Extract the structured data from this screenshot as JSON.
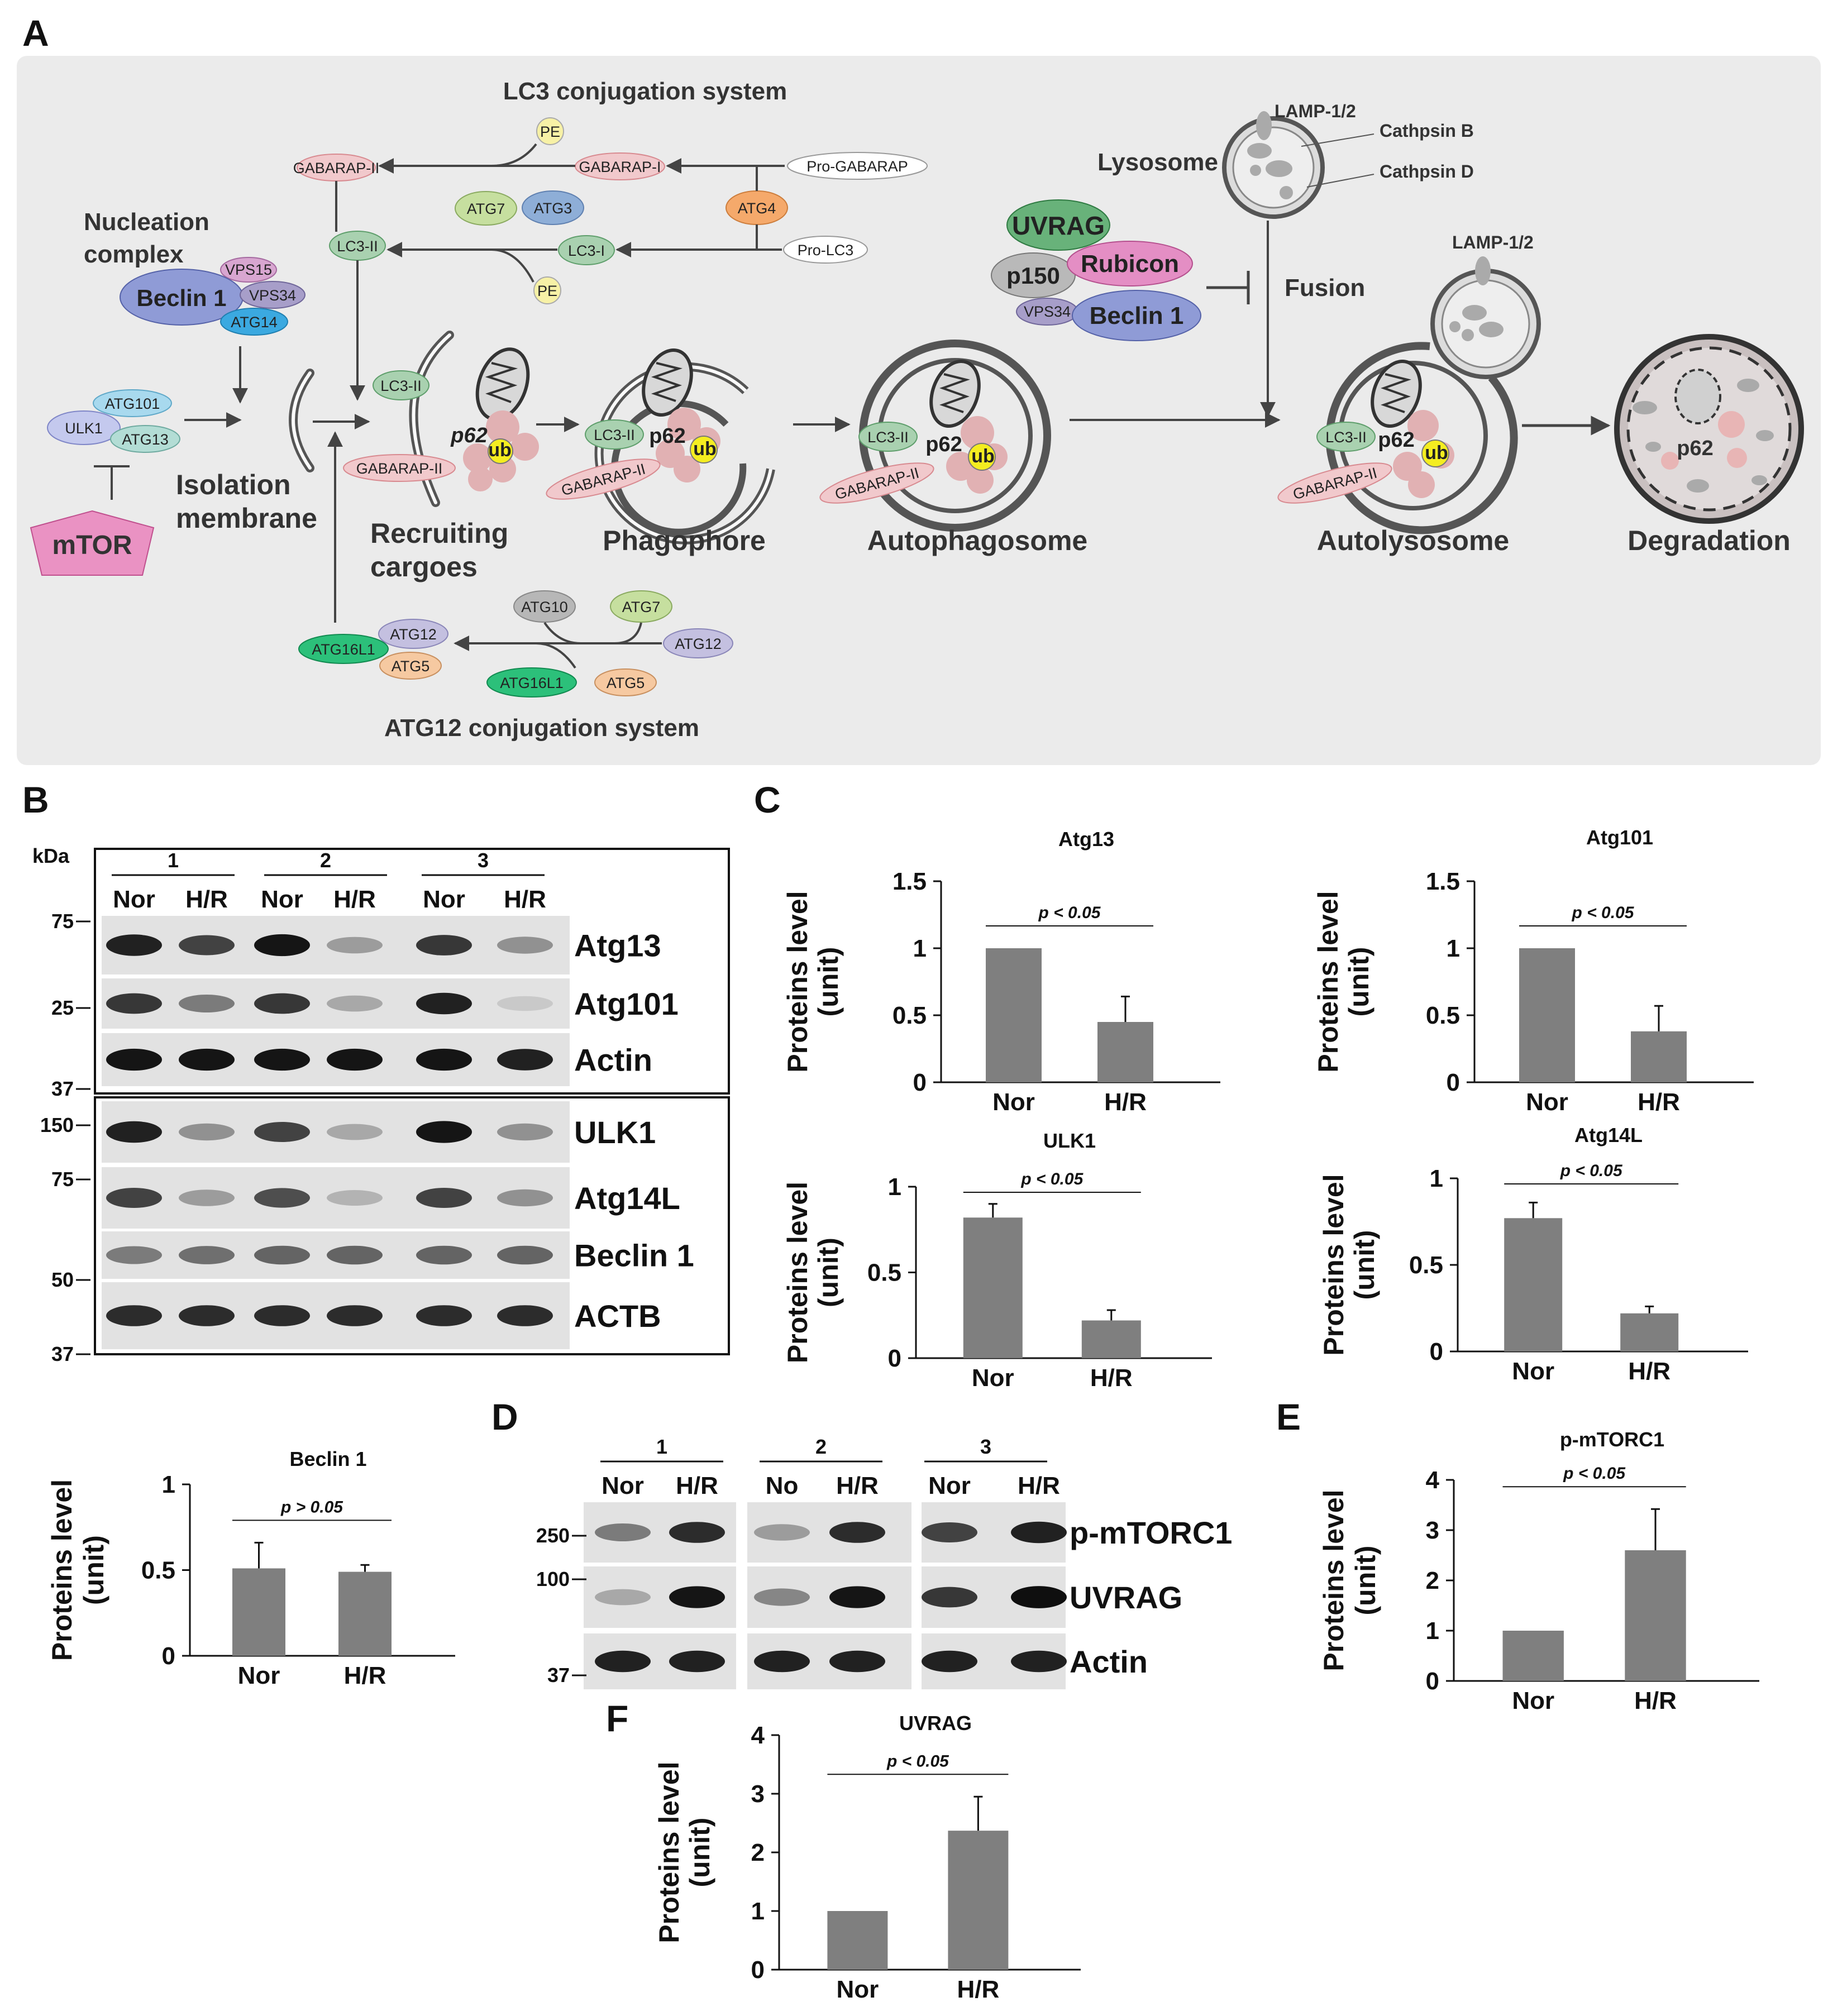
{
  "panels": {
    "A": "A",
    "B": "B",
    "C": "C",
    "D": "D",
    "E": "E",
    "F": "F"
  },
  "panelA": {
    "lc3_system_title": "LC3 conjugation system",
    "atg12_system_title": "ATG12 conjugation system",
    "nucleation_line1": "Nucleation",
    "nucleation_line2": "complex",
    "isolation_line1": "Isolation",
    "isolation_line2": "membrane",
    "recruiting_line1": "Recruiting",
    "recruiting_line2": "cargoes",
    "phagophore": "Phagophore",
    "autophagosome": "Autophagosome",
    "autolysosome": "Autolysosome",
    "degradation": "Degradation",
    "lysosome": "Lysosome",
    "lamp": "LAMP-1/2",
    "lamp2": "LAMP-1/2",
    "cathepsin_b": "Cathpsin B",
    "cathepsin_d": "Cathpsin D",
    "fusion": "Fusion",
    "mtor": "mTOR",
    "nodes": {
      "pe1": "PE",
      "pe2": "PE",
      "gabarap_ii": "GABARAP-II",
      "gabarap_i": "GABARAP-I",
      "pro_gabarap": "Pro-GABARAP",
      "atg7": "ATG7",
      "atg3": "ATG3",
      "atg4": "ATG4",
      "lc3_ii_top": "LC3-II",
      "lc3_i": "LC3-I",
      "pro_lc3": "Pro-LC3",
      "vps15": "VPS15",
      "beclin1": "Beclin 1",
      "vps34": "VPS34",
      "atg14": "ATG14",
      "atg101": "ATG101",
      "ulk1": "ULK1",
      "atg13": "ATG13",
      "uvrag": "UVRAG",
      "p150": "p150",
      "rubicon": "Rubicon",
      "vps34b": "VPS34",
      "beclin1b": "Beclin 1",
      "lc3_ii_a": "LC3-II",
      "gabarap_a": "GABARAP-II",
      "p62_a": "p62",
      "ub_a": "ub",
      "lc3_ii_b": "LC3-II",
      "gabarap_b": "GABARAP-II",
      "p62_b": "p62",
      "ub_b": "ub",
      "lc3_ii_c": "LC3-II",
      "gabarap_c": "GABARAP-II",
      "p62_c": "p62",
      "ub_c": "ub",
      "lc3_ii_d": "LC3-II",
      "gabarap_d": "GABARAP-II",
      "p62_d": "p62",
      "ub_d": "ub",
      "p62_e": "p62",
      "atg10": "ATG10",
      "atg7b": "ATG7",
      "atg12a": "ATG12",
      "atg16l1a": "ATG16L1",
      "atg12b": "ATG12",
      "atg5a": "ATG5",
      "atg16l1b": "ATG16L1",
      "atg5b": "ATG5"
    }
  },
  "panelB": {
    "kda_label": "kDa",
    "lanes": [
      "Nor",
      "H/R",
      "Nor",
      "H/R",
      "Nor",
      "H/R"
    ],
    "groups": [
      "1",
      "2",
      "3"
    ],
    "bands": [
      "Atg13",
      "Atg101",
      "Actin",
      "ULK1",
      "Atg14L",
      "Beclin 1",
      "ACTB"
    ],
    "markers": [
      "75",
      "25",
      "37",
      "150",
      "75",
      "50",
      "37"
    ]
  },
  "panelD": {
    "lanes": [
      "Nor",
      "H/R",
      "No",
      "H/R",
      "Nor",
      "H/R"
    ],
    "groups": [
      "1",
      "2",
      "3"
    ],
    "bands": [
      "p-mTORC1",
      "UVRAG",
      "Actin"
    ],
    "markers": [
      "250",
      "100",
      "37"
    ]
  },
  "ylabel_line1": "Proteins level",
  "ylabel_line2": "(unit)",
  "chart_data": [
    {
      "type": "bar",
      "title": "Atg13",
      "categories": [
        "Nor",
        "H/R"
      ],
      "values": [
        1.0,
        0.45
      ],
      "errors": [
        0.0,
        0.19
      ],
      "ylim": [
        0,
        1.5
      ],
      "yticks": [
        "0",
        "0.5",
        "1",
        "1.5"
      ],
      "p_text": "p < 0.05"
    },
    {
      "type": "bar",
      "title": "Atg101",
      "categories": [
        "Nor",
        "H/R"
      ],
      "values": [
        1.0,
        0.38
      ],
      "errors": [
        0.0,
        0.19
      ],
      "ylim": [
        0,
        1.5
      ],
      "yticks": [
        "0",
        "0.5",
        "1",
        "1.5"
      ],
      "p_text": "p < 0.05"
    },
    {
      "type": "bar",
      "title": "ULK1",
      "categories": [
        "Nor",
        "H/R"
      ],
      "values": [
        0.82,
        0.22
      ],
      "errors": [
        0.08,
        0.06
      ],
      "ylim": [
        0,
        1
      ],
      "yticks": [
        "0",
        "0.5",
        "1"
      ],
      "p_text": "p < 0.05"
    },
    {
      "type": "bar",
      "title": "Atg14L",
      "categories": [
        "Nor",
        "H/R"
      ],
      "values": [
        0.77,
        0.22
      ],
      "errors": [
        0.09,
        0.04
      ],
      "ylim": [
        0,
        1
      ],
      "yticks": [
        "0",
        "0.5",
        "1"
      ],
      "p_text": "p < 0.05"
    },
    {
      "type": "bar",
      "title": "Beclin 1",
      "categories": [
        "Nor",
        "H/R"
      ],
      "values": [
        0.51,
        0.49
      ],
      "errors": [
        0.15,
        0.04
      ],
      "ylim": [
        0,
        1
      ],
      "yticks": [
        "0",
        "0.5",
        "1"
      ],
      "p_text": "p > 0.05"
    },
    {
      "type": "bar",
      "title": "p-mTORC1",
      "categories": [
        "Nor",
        "H/R"
      ],
      "values": [
        1.0,
        2.6
      ],
      "errors": [
        0.0,
        0.82
      ],
      "ylim": [
        0,
        4
      ],
      "yticks": [
        "0",
        "1",
        "2",
        "3",
        "4"
      ],
      "p_text": "p < 0.05"
    },
    {
      "type": "bar",
      "title": "UVRAG",
      "categories": [
        "Nor",
        "H/R"
      ],
      "values": [
        1.0,
        2.37
      ],
      "errors": [
        0.0,
        0.58
      ],
      "ylim": [
        0,
        4
      ],
      "yticks": [
        "0",
        "1",
        "2",
        "3",
        "4"
      ],
      "p_text": "p < 0.05"
    }
  ]
}
